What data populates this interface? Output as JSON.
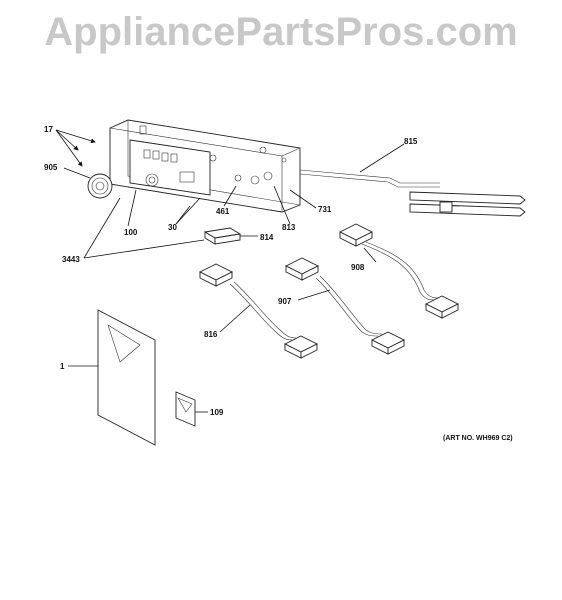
{
  "watermark": "AppliancePartsPros.com",
  "art_number": "(ART NO. WH969 C2)",
  "callouts": {
    "c17": "17",
    "c905": "905",
    "c100": "100",
    "c30": "30",
    "c461": "461",
    "c813": "813",
    "c731": "731",
    "c815": "815",
    "c814": "814",
    "c3443": "3443",
    "c908": "908",
    "c907": "907",
    "c816": "816",
    "c1": "1",
    "c109": "109"
  }
}
